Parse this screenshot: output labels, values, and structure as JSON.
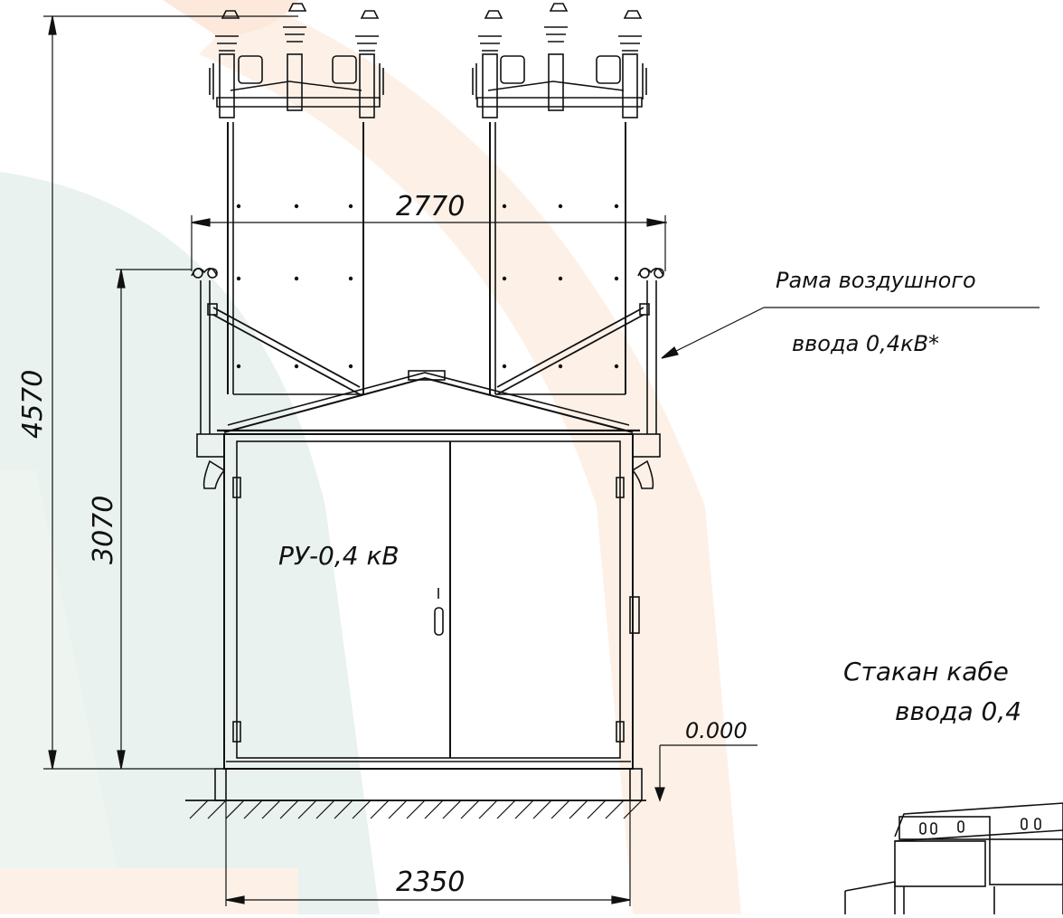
{
  "dimensions": {
    "total_height": "4570",
    "frame_height": "3070",
    "frame_width": "2770",
    "base_width": "2350",
    "zero_level": "0.000"
  },
  "labels": {
    "switchgear": "РУ-0,4 кВ",
    "air_entry_line1": "Рама воздушного",
    "air_entry_line2": "ввода 0,4кВ*",
    "cable_entry_line1": "Стакан кабе",
    "cable_entry_line2": "ввода 0,4"
  },
  "colors": {
    "background_arc_green": "#e9f2ee",
    "background_arc_orange": "#fdf1e7",
    "background_arc_peach": "#fde9dc",
    "line": "#111111"
  }
}
